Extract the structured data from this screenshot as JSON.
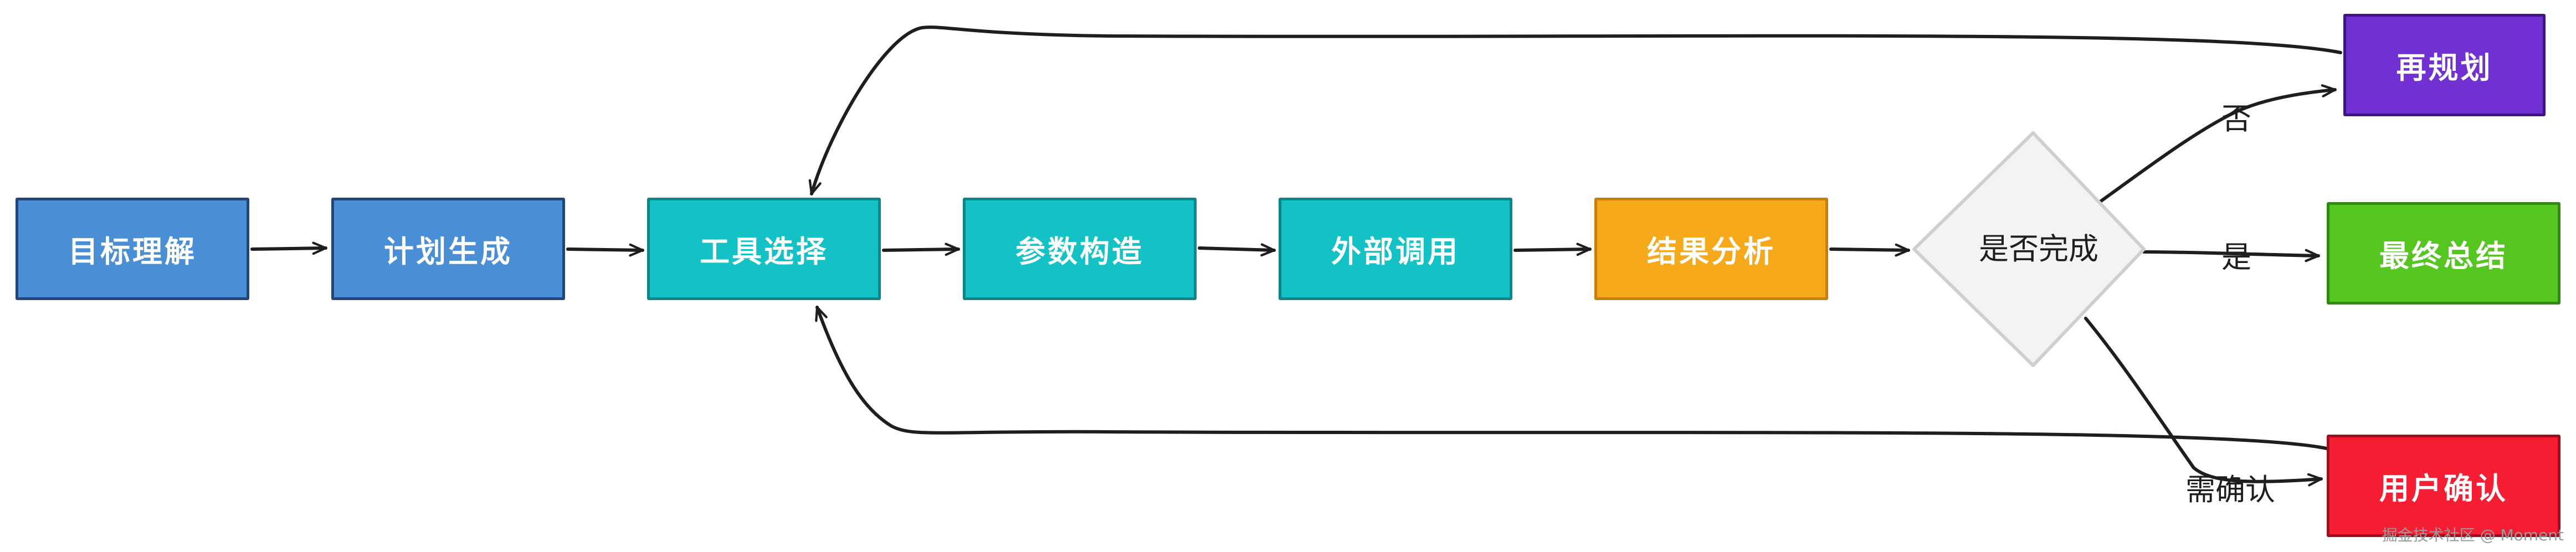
{
  "nodes": {
    "goal": "目标理解",
    "plan": "计划生成",
    "tool": "工具选择",
    "param": "参数构造",
    "call": "外部调用",
    "result": "结果分析",
    "decision": "是否完成",
    "replan": "再规划",
    "summary": "最终总结",
    "confirm": "用户确认"
  },
  "edges": {
    "no": "否",
    "yes": "是",
    "need": "需确认"
  },
  "watermark": "掘金技术社区 @ Moment",
  "colors": {
    "blue": "#4a8fd6",
    "teal": "#12c2c4",
    "orange": "#f7a91c",
    "purple": "#7030d2",
    "green": "#55c520",
    "red": "#f51e33",
    "stroke": "#1e1e1e"
  }
}
